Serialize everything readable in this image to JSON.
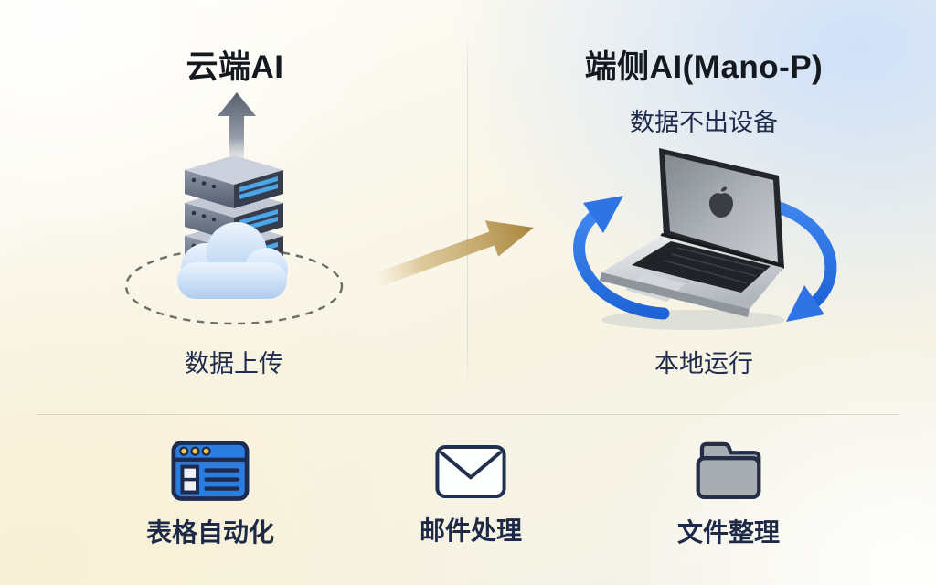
{
  "left_panel": {
    "title": "云端AI",
    "caption": "数据上传",
    "icons": [
      "up-arrow-icon",
      "server-stack-icon",
      "cloud-icon",
      "dashed-orbit"
    ]
  },
  "right_panel": {
    "title": "端侧AI(Mano-P)",
    "subtitle": "数据不出设备",
    "caption": "本地运行",
    "icons": [
      "laptop-icon",
      "apple-logo-icon",
      "cycle-arrows-icon"
    ]
  },
  "flow": {
    "icon": "gold-arrow-icon",
    "direction": "left-to-right"
  },
  "bottom_row": {
    "items": [
      {
        "icon": "table-window-icon",
        "label": "表格自动化"
      },
      {
        "icon": "envelope-icon",
        "label": "邮件处理"
      },
      {
        "icon": "folder-icon",
        "label": "文件整理"
      }
    ]
  },
  "colors": {
    "accent_blue": "#2e74e5",
    "icon_blue": "#2b7de0",
    "gold": "#ab8840",
    "navy_text": "#202c4e",
    "title_text": "#14181f",
    "folder_gray": "#a8adb3",
    "cloud_blue": "#bcd5f2",
    "bg_cream": "#f8f2dc",
    "bg_blue": "#d4e3fa"
  }
}
